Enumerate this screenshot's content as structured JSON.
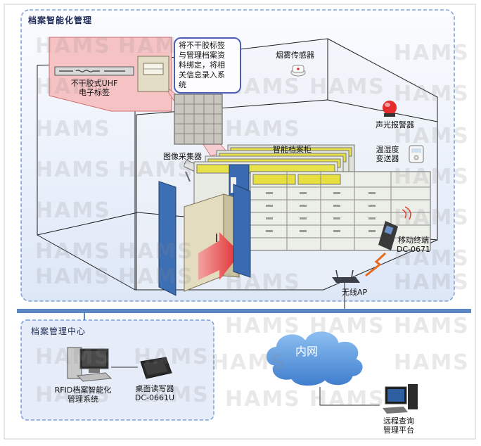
{
  "panels": {
    "management_title": "档案智能化管理",
    "center_title": "档案管理中心"
  },
  "labels": {
    "uhf_tag": [
      "不干胶式UHF",
      "电子标签"
    ],
    "smoke_sensor": "烟雾传感器",
    "alarm": "声光报警器",
    "cabinet": "智能档案柜",
    "thermo": [
      "温湿度",
      "变送器"
    ],
    "camera": "图像采集器",
    "mobile": [
      "移动终端",
      "DC-0671"
    ],
    "wireless_ap": "无线AP",
    "rfid_system": [
      "RFID档案智能化",
      "管理系统"
    ],
    "desktop_reader": [
      "桌面读写器",
      "DC-0661U"
    ],
    "intranet": "内网",
    "remote": [
      "远程查询",
      "管理平台"
    ]
  },
  "callout": [
    "将不干胶标签",
    "与管理档案资",
    "料绑定，将相",
    "关信息录入系",
    "统"
  ],
  "watermark": "HAMS",
  "colors": {
    "panel_bg": "#eaf0fb",
    "panel_border": "#7d9fd2",
    "room_line": "#1f1f1f",
    "bus": "#5b86c4",
    "cloud": "#5a93d8",
    "pink": "#f6c3c5",
    "cabinet": "#e9ebe3",
    "door": "#3a6bb0"
  },
  "icons": [
    "smoke-sensor-icon",
    "alarm-light-icon",
    "thermo-hygrometer-icon",
    "camera-icon",
    "handheld-terminal-icon",
    "wireless-ap-icon",
    "computer-icon",
    "desktop-reader-icon",
    "workstation-icon"
  ]
}
